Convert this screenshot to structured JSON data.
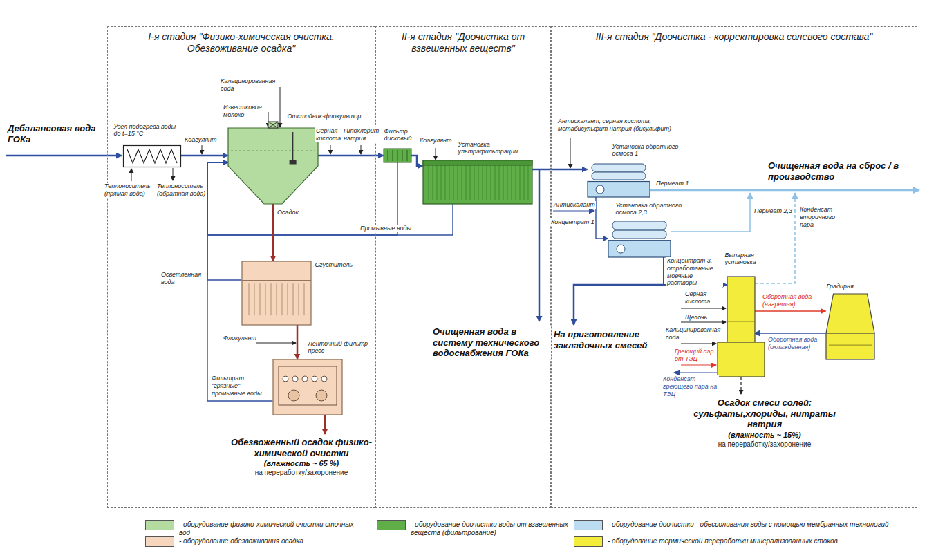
{
  "diagram": {
    "nodes": [
      {
        "text": [
          "I-я стадия \"Физико-химическая очистка. Обезвоживание осадка\""
        ]
      },
      {
        "text": [
          "II-я стадия \"Доочистка от взвешенных веществ\""
        ]
      },
      {
        "text": [
          "III-я стадия \"Доочистка - корректировка солевого состава\""
        ]
      },
      {
        "text": [
          "Узел подогрева воды до t=15 °С"
        ],
        "in": 0
      },
      {
        "text": [
          "Отстойник-флокулятор"
        ],
        "in": 0
      },
      {
        "text": [
          "Сгуститель"
        ],
        "in": 0
      },
      {
        "text": [
          "Ленточный фильтр-пресс"
        ],
        "in": 0
      },
      {
        "text": [
          "Фильтр дисковый"
        ],
        "in": 1
      },
      {
        "text": [
          "Установка ультрафильтрации"
        ],
        "in": 1
      },
      {
        "text": [
          "Установка обратного осмоса 1"
        ],
        "in": 2
      },
      {
        "text": [
          "Установка обратного осмоса 2,3"
        ],
        "in": 2
      },
      {
        "text": [
          "Выпарная установка"
        ],
        "in": 2
      },
      {
        "text": [
          "Градирня"
        ],
        "in": 2
      }
    ],
    "edges": [
      {
        "from": 3,
        "to": 4,
        "arrow": "to"
      },
      {
        "from": 4,
        "to": 7,
        "arrow": "to"
      },
      {
        "from": 7,
        "to": 8,
        "arrow": "to"
      },
      {
        "from": 8,
        "to": 9,
        "arrow": "to"
      },
      {
        "from": 8,
        "to": 4,
        "label": "Промывные воды",
        "arrow": "to"
      },
      {
        "from": 7,
        "to": 4,
        "arrow": "to"
      },
      {
        "from": 5,
        "to": 4,
        "label": "Осветленная вода",
        "arrow": "to"
      },
      {
        "from": 6,
        "to": 4,
        "label": "Фильтрат \"грязные\" промывные воды",
        "arrow": "to"
      },
      {
        "from": 4,
        "to": 5,
        "label": "Осадок",
        "arrow": "to"
      },
      {
        "from": 5,
        "to": 6,
        "arrow": "to"
      },
      {
        "from": 9,
        "to": 10,
        "label": "Концентрат 1",
        "arrow": "to"
      },
      {
        "from": 10,
        "to": 11,
        "label": "Концентрат 3, отработанные моечные растворы",
        "arrow": "to"
      },
      {
        "from": 11,
        "to": 12,
        "label": "Оборотная вода (нагретая)",
        "arrow": "to"
      },
      {
        "from": 12,
        "to": 11,
        "label": "Оборотная вода (охлажденная)",
        "arrow": "to"
      }
    ],
    "labels": [
      "Дебалансовая вода ГОКа",
      "Теплоноситель (прямая вода)",
      "Теплоноситель (обратная вода)",
      "Коагулянт",
      "Кальцинированная сода",
      "Известковое молоко",
      "Серная кислота",
      "Гипохлорит натрия",
      "Флокулянт",
      "Обезвоженный осадок физико-химической очистки",
      "(влажность ~ 65 %)",
      "на переработку/захоронение",
      "Коагулянт",
      "Очищенная вода в систему технического водоснабжения ГОКа",
      "Антискалант, серная кислота, метабисульфит натрия (бисульфит)",
      "Пермеат 1",
      "Очищенная вода на сброс / в производство",
      "Антискалант",
      "Пермеат 2,3",
      "Конденсат вторичного пара",
      "На приготовление закладочных смесей",
      "Серная кислота",
      "Щелочь",
      "Кальцинированная сода",
      "Греющий пар от ТЭЦ",
      "Конденсат греющего пара на ТЭЦ",
      "Осадок смеси солей: сульфаты,хлориды, нитраты натрия",
      "(влажность ~ 15%)",
      "на переработку/захоронение"
    ],
    "legend": [
      {
        "text": "- оборудование физико-химической очистки сточных вод",
        "color": "#b5dca0"
      },
      {
        "text": "- оборудование обезвоживания осадка",
        "color": "#f6d7bd"
      },
      {
        "text": "- оборудование доочистки воды от взвешенных веществ (фильтрование)",
        "color": "#5fae47"
      },
      {
        "text": "- оборудование доочистки - обессоливания воды с помощью мембранных технологий",
        "color": "#bcdcf2"
      },
      {
        "text": "- оборудование термической переработки минерализованных стоков",
        "color": "#f3ec3b"
      }
    ]
  }
}
